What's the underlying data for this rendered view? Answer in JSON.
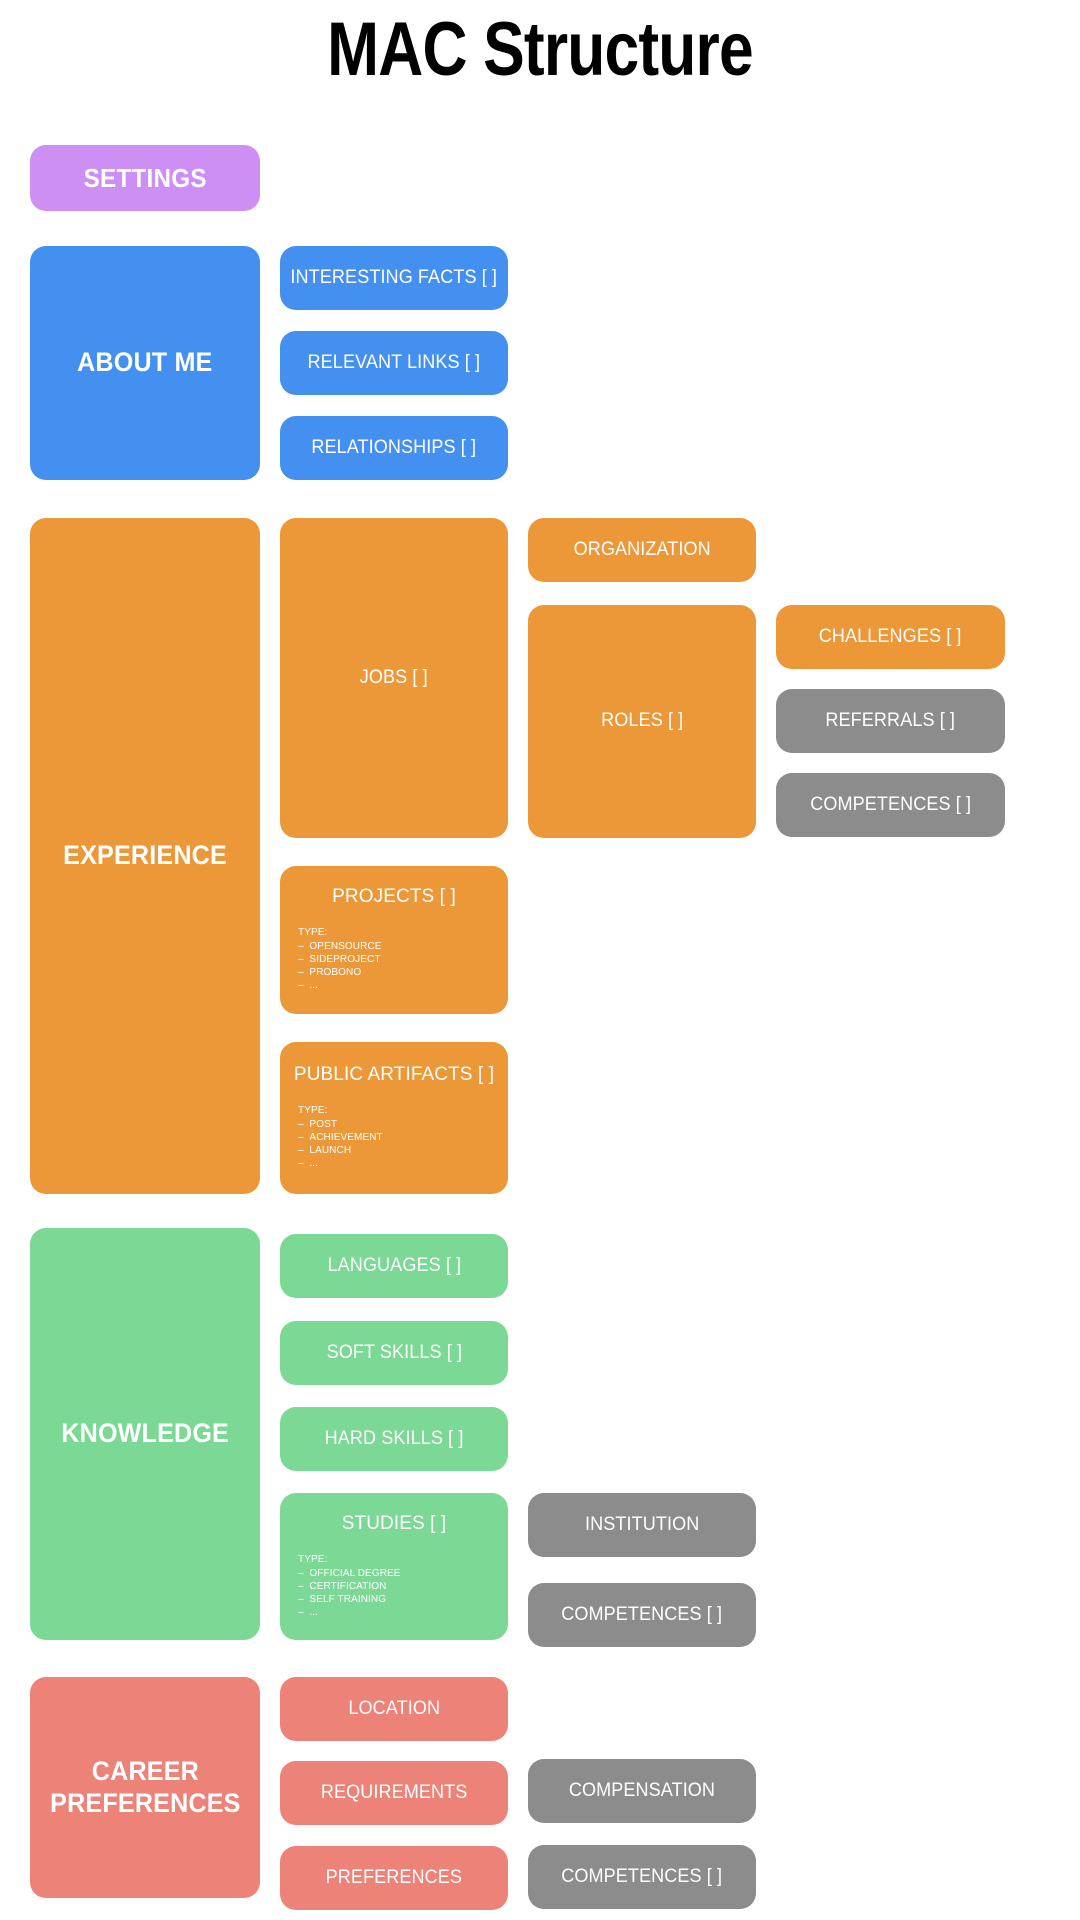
{
  "page": {
    "title": "MAC Structure",
    "background": "#ffffff"
  },
  "colors": {
    "purple": "#CE8FF5",
    "blue": "#4490F0",
    "orange": "#EC9839",
    "green": "#7BD895",
    "red": "#ED8279",
    "gray": "#8C8C8C",
    "text_on_card": "#ffffff",
    "title_text": "#000000"
  },
  "settings": {
    "label": "SETTINGS",
    "color": "#CE8FF5"
  },
  "sections": [
    {
      "key": "about-me",
      "label": "ABOUT ME",
      "color": "#4490F0",
      "children": [
        {
          "label": "INTERESTING FACTS [ ]"
        },
        {
          "label": "RELEVANT LINKS [ ]"
        },
        {
          "label": "RELATIONSHIPS [ ]"
        }
      ]
    },
    {
      "key": "experience",
      "label": "EXPERIENCE",
      "color": "#EC9839",
      "children": [
        {
          "label": "JOBS [ ]"
        },
        {
          "label": "PROJECTS [ ]",
          "type_title": "TYPE:",
          "type_items": [
            "OPENSOURCE",
            "SIDEPROJECT",
            "PROBONO",
            "..."
          ]
        },
        {
          "label": "PUBLIC ARTIFACTS [ ]",
          "type_title": "TYPE:",
          "type_items": [
            "POST",
            "ACHIEVEMENT",
            "LAUNCH",
            "..."
          ]
        }
      ],
      "grandchildren": [
        {
          "label": "ORGANIZATION",
          "color": "#EC9839"
        },
        {
          "label": "ROLES [ ]",
          "color": "#EC9839"
        }
      ],
      "great_grandchildren": [
        {
          "label": "CHALLENGES [ ]",
          "color": "#EC9839"
        },
        {
          "label": "REFERRALS [ ]",
          "color": "#8C8C8C"
        },
        {
          "label": "COMPETENCES [ ]",
          "color": "#8C8C8C"
        }
      ]
    },
    {
      "key": "knowledge",
      "label": "KNOWLEDGE",
      "color": "#7BD895",
      "children": [
        {
          "label": "LANGUAGES [ ]"
        },
        {
          "label": "SOFT SKILLS [ ]"
        },
        {
          "label": "HARD SKILLS [ ]"
        },
        {
          "label": "STUDIES [ ]",
          "type_title": "TYPE:",
          "type_items": [
            "OFFICIAL DEGREE",
            "CERTIFICATION",
            "SELF TRAINING",
            "..."
          ]
        }
      ],
      "grandchildren": [
        {
          "label": "INSTITUTION",
          "color": "#8C8C8C"
        },
        {
          "label": "COMPETENCES [ ]",
          "color": "#8C8C8C"
        }
      ]
    },
    {
      "key": "career-preferences",
      "label": "CAREER\nPREFERENCES",
      "label_line1": "CAREER",
      "label_line2": "PREFERENCES",
      "color": "#ED8279",
      "children": [
        {
          "label": "LOCATION"
        },
        {
          "label": "REQUIREMENTS"
        },
        {
          "label": "PREFERENCES"
        }
      ],
      "grandchildren": [
        {
          "label": "COMPENSATION",
          "color": "#8C8C8C"
        },
        {
          "label": "COMPETENCES [ ]",
          "color": "#8C8C8C"
        }
      ]
    }
  ]
}
